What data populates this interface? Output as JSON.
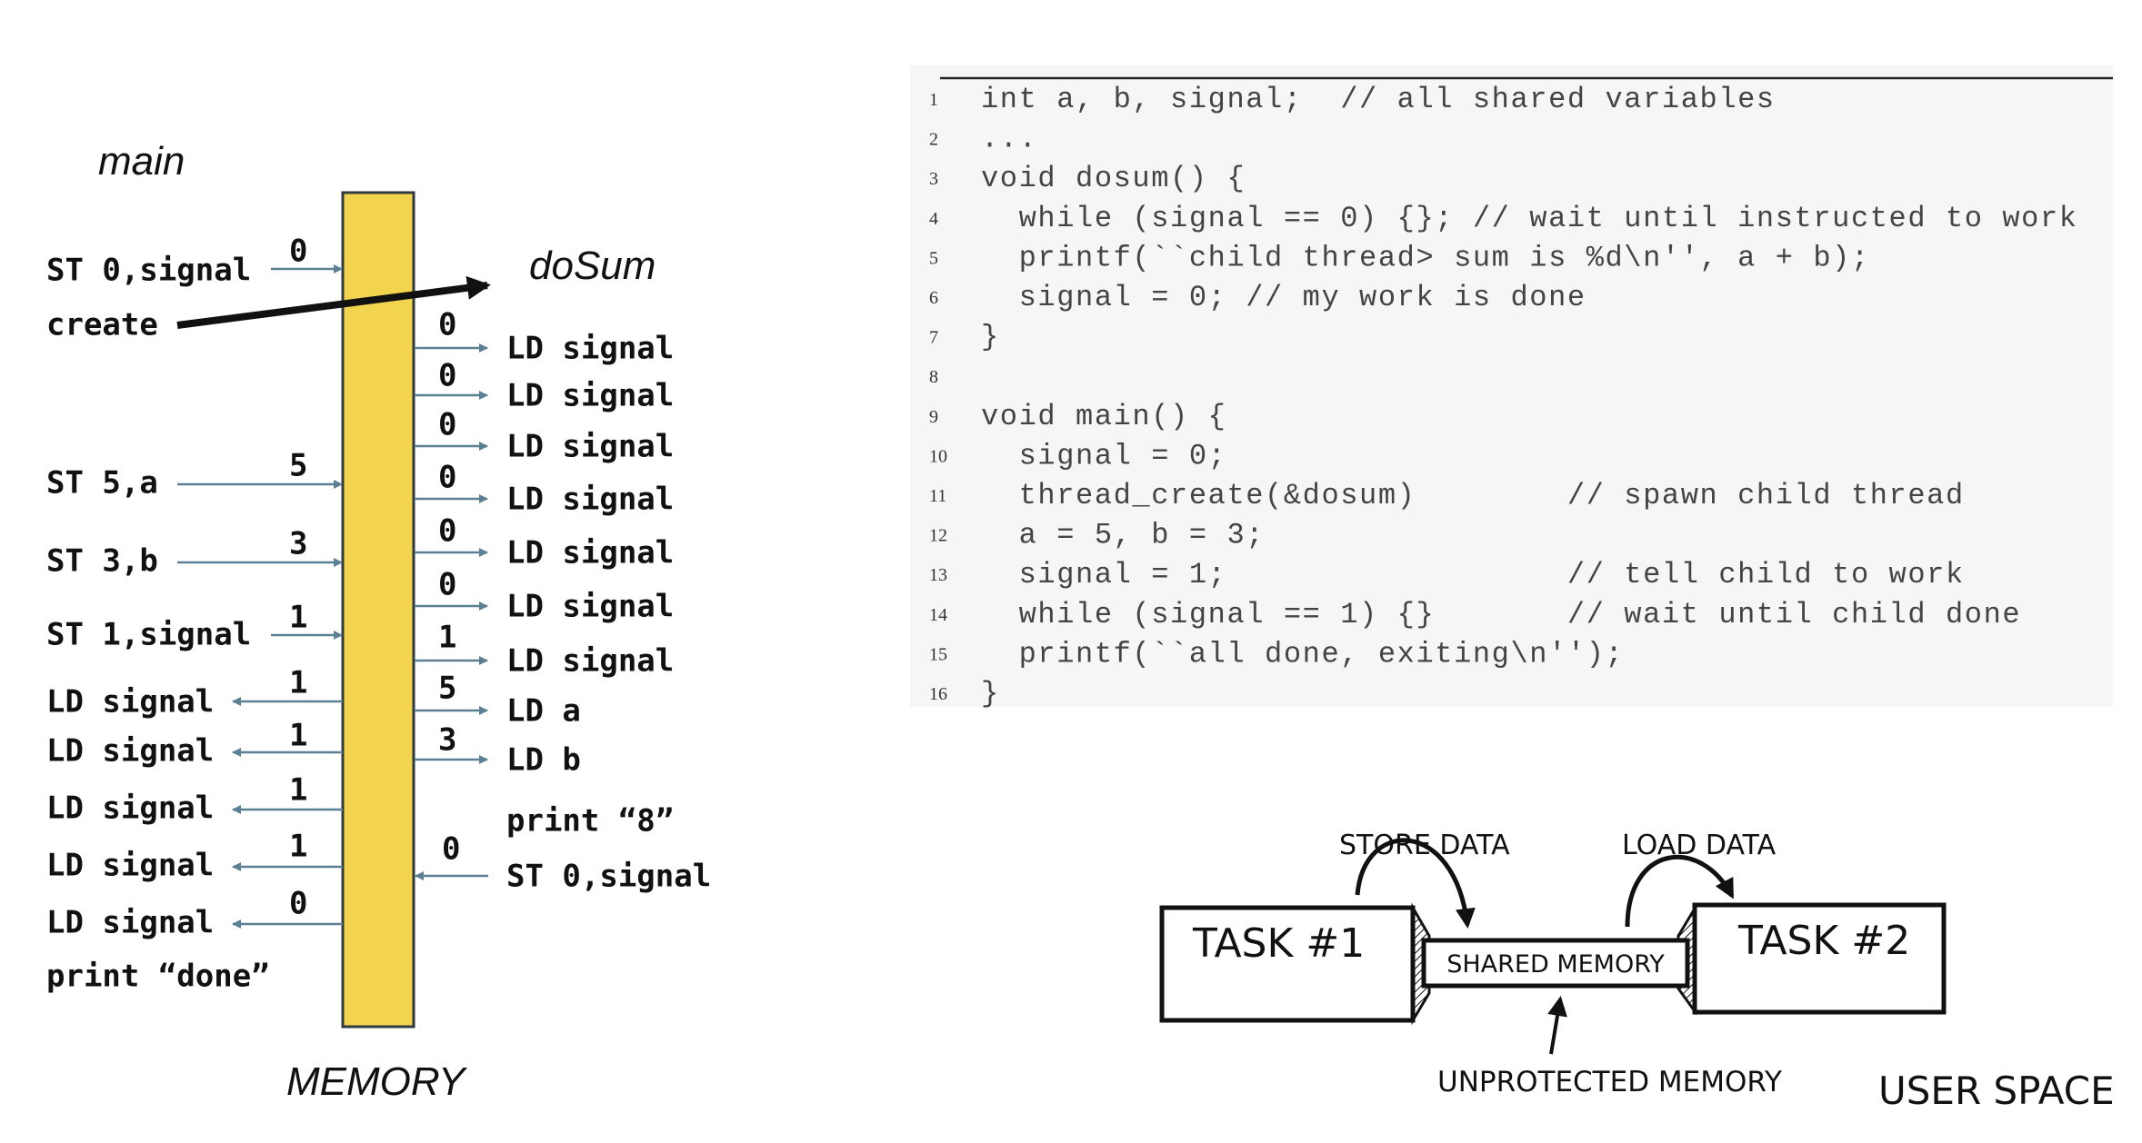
{
  "diagram": {
    "main_title": "main",
    "dosum_title": "doSum",
    "memory_label": "MEMORY",
    "main_ops": [
      {
        "label": "ST 0,signal",
        "value": "0"
      },
      {
        "label": "create",
        "value": null
      },
      {
        "label": "ST 5,a",
        "value": "5"
      },
      {
        "label": "ST 3,b",
        "value": "3"
      },
      {
        "label": "ST 1,signal",
        "value": "1"
      },
      {
        "label": "LD signal",
        "value": "1"
      },
      {
        "label": "LD signal",
        "value": "1"
      },
      {
        "label": "LD signal",
        "value": "1"
      },
      {
        "label": "LD signal",
        "value": "1"
      },
      {
        "label": "LD signal",
        "value": "0"
      },
      {
        "label": "print “done”",
        "value": null
      }
    ],
    "dosum_ops": [
      {
        "label": "LD signal",
        "value": "0"
      },
      {
        "label": "LD signal",
        "value": "0"
      },
      {
        "label": "LD signal",
        "value": "0"
      },
      {
        "label": "LD signal",
        "value": "0"
      },
      {
        "label": "LD signal",
        "value": "0"
      },
      {
        "label": "LD signal",
        "value": "0"
      },
      {
        "label": "LD signal",
        "value": "1"
      },
      {
        "label": "LD a",
        "value": "5"
      },
      {
        "label": "LD b",
        "value": "3"
      },
      {
        "label": "print “8”",
        "value": null
      },
      {
        "label": "ST 0,signal",
        "value": "0"
      }
    ],
    "colors": {
      "memory": "#F3D44E",
      "arrow": "#5B8094",
      "ink": "#111111"
    }
  },
  "code": {
    "lines": [
      {
        "num": "1",
        "text": "int a, b, signal;  // all shared variables"
      },
      {
        "num": "2",
        "text": "..."
      },
      {
        "num": "3",
        "text": "void dosum() {"
      },
      {
        "num": "4",
        "text": "  while (signal == 0) {}; // wait until instructed to work"
      },
      {
        "num": "5",
        "text": "  printf(``child thread> sum is %d\\n'', a + b);"
      },
      {
        "num": "6",
        "text": "  signal = 0; // my work is done"
      },
      {
        "num": "7",
        "text": "}"
      },
      {
        "num": "8",
        "text": ""
      },
      {
        "num": "9",
        "text": "void main() {"
      },
      {
        "num": "10",
        "text": "  signal = 0;"
      },
      {
        "num": "11",
        "text": "  thread_create(&dosum)        // spawn child thread"
      },
      {
        "num": "12",
        "text": "  a = 5, b = 3;"
      },
      {
        "num": "13",
        "text": "  signal = 1;                  // tell child to work"
      },
      {
        "num": "14",
        "text": "  while (signal == 1) {}       // wait until child done"
      },
      {
        "num": "15",
        "text": "  printf(``all done, exiting\\n'');"
      },
      {
        "num": "16",
        "text": "}"
      }
    ]
  },
  "sketch": {
    "task1": "TASK #1",
    "task2": "TASK #2",
    "shared_memory": "SHARED MEMORY",
    "store_data": "STORE DATA",
    "load_data": "LOAD DATA",
    "unprotected_memory": "UNPROTECTED MEMORY",
    "user_space": "USER SPACE"
  }
}
